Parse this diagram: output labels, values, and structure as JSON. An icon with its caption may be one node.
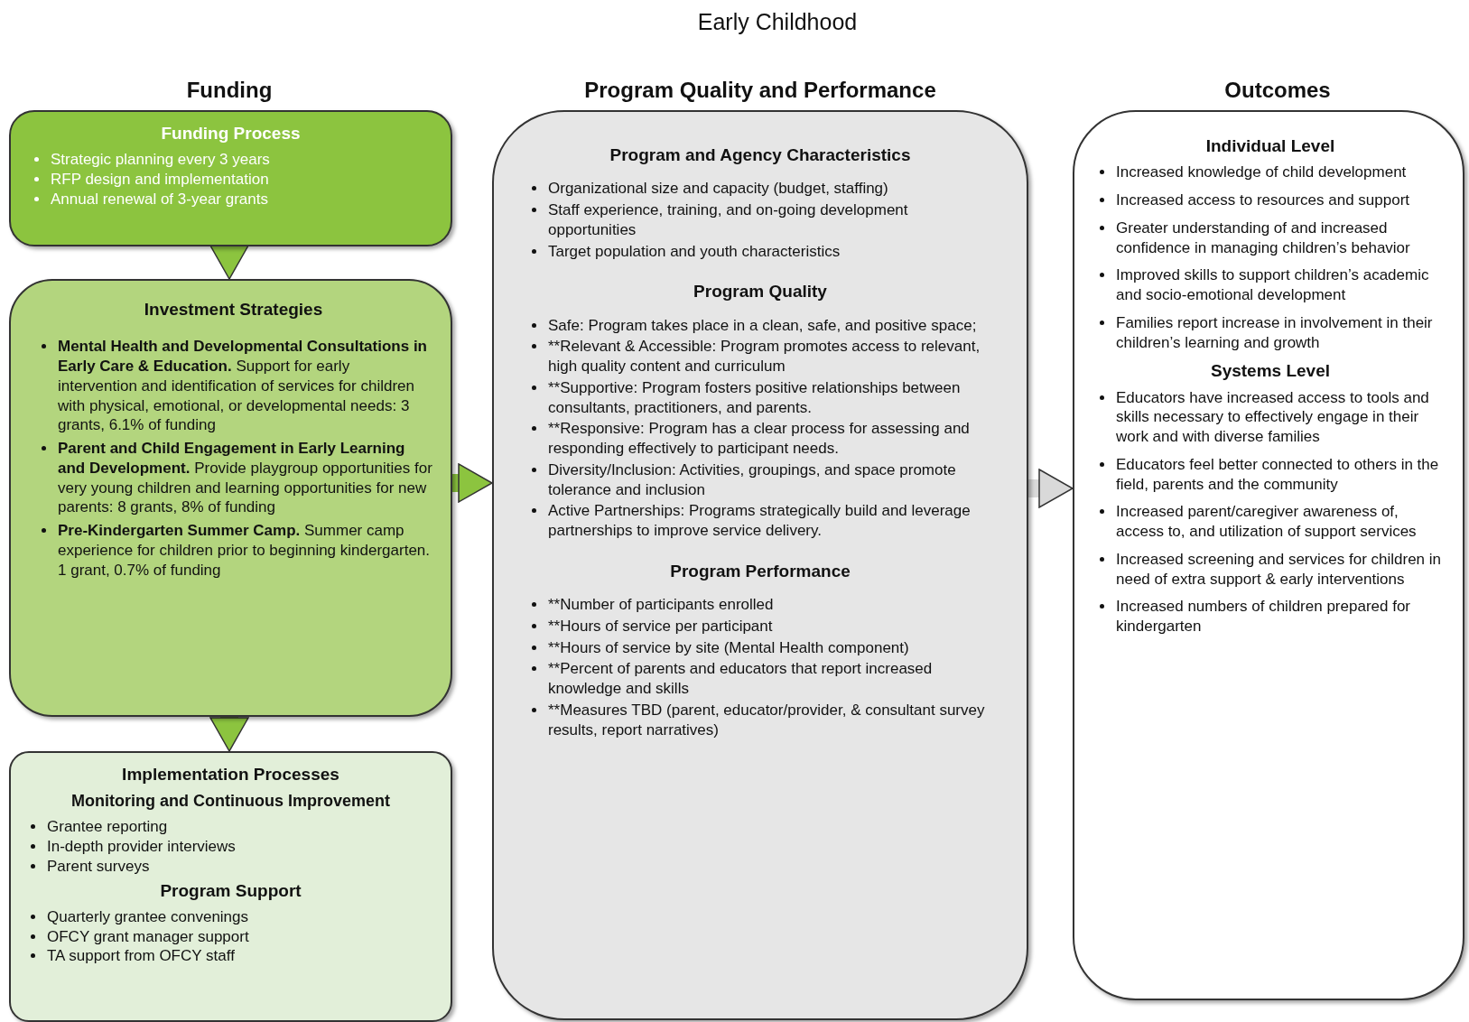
{
  "diagram": {
    "title": "Early Childhood",
    "nodes": [
      {
        "text": [
          "Funding Process",
          "Strategic planning every 3 years",
          "RFP design and implementation",
          "Annual renewal of 3-year grants"
        ]
      },
      {
        "text": [
          "Investment Strategies",
          "**Mental Health and Developmental Consultations in Early Care & Education.** Support for early intervention and identification of services for children with physical, emotional, or developmental needs: 3 grants, 6.1% of funding",
          "**Parent and Child Engagement in Early Learning and Development.** Provide playgroup opportunities for very young children and learning opportunities for new parents: 8 grants, 8% of funding",
          "**Pre-Kindergarten Summer Camp.** Summer camp experience for children prior to beginning kindergarten. 1 grant, 0.7% of funding"
        ]
      },
      {
        "text": [
          "Implementation Processes",
          "Monitoring and Continuous Improvement",
          "Grantee reporting",
          "In-depth provider interviews",
          "Parent surveys",
          "Program Support",
          "Quarterly grantee convenings",
          "OFCY grant manager support",
          "TA support from OFCY staff"
        ]
      },
      {
        "text": [
          "Program and Agency Characteristics",
          "Organizational size and capacity (budget, staffing)",
          "Staff experience, training, and on-going development opportunities",
          "Target population and youth characteristics",
          "Program Quality",
          "Safe: Program takes place in a clean, safe, and positive space;",
          "**Relevant & Accessible: Program promotes access to relevant, high quality content and curriculum",
          "**Supportive: Program fosters positive relationships between consultants, practitioners, and parents.",
          "**Responsive: Program has a clear process for assessing and responding effectively to participant needs.",
          "Diversity/Inclusion: Activities, groupings, and space promote tolerance and inclusion",
          "Active Partnerships: Programs strategically build and leverage partnerships to improve service delivery.",
          "Program Performance",
          "**Number of participants enrolled",
          "**Hours of service per participant",
          "**Hours of service by site (Mental Health component)",
          "**Percent of parents and educators that report increased knowledge and skills",
          "**Measures TBD (parent, educator/provider, & consultant survey results, report narratives)"
        ]
      },
      {
        "text": [
          "Individual Level",
          "Increased knowledge of child development",
          "Increased access to resources and support",
          "Greater understanding of and increased confidence in managing children’s behavior",
          "Improved skills to support children’s academic and socio-emotional development",
          "Families report increase in involvement in their children’s learning and growth",
          "Systems Level",
          "Educators have increased access to tools and skills necessary to effectively engage in their work and with diverse families",
          "Educators feel better connected to others in the field, parents and the community",
          "Increased parent/caregiver awareness of, access to, and utilization of support services",
          "Increased screening and services for children in need of extra support & early interventions",
          "Increased numbers of children prepared for kindergarten"
        ]
      }
    ],
    "edges": [
      {
        "from": 0,
        "to": 1,
        "arrow": "to"
      },
      {
        "from": 1,
        "to": 2,
        "arrow": "to"
      },
      {
        "from": 1,
        "to": 3,
        "arrow": "to"
      },
      {
        "from": 3,
        "to": 4,
        "arrow": "to",
        "color": "#d9d9d9"
      }
    ],
    "labels": [
      "Funding",
      "Program Quality and Performance",
      "Outcomes"
    ]
  }
}
